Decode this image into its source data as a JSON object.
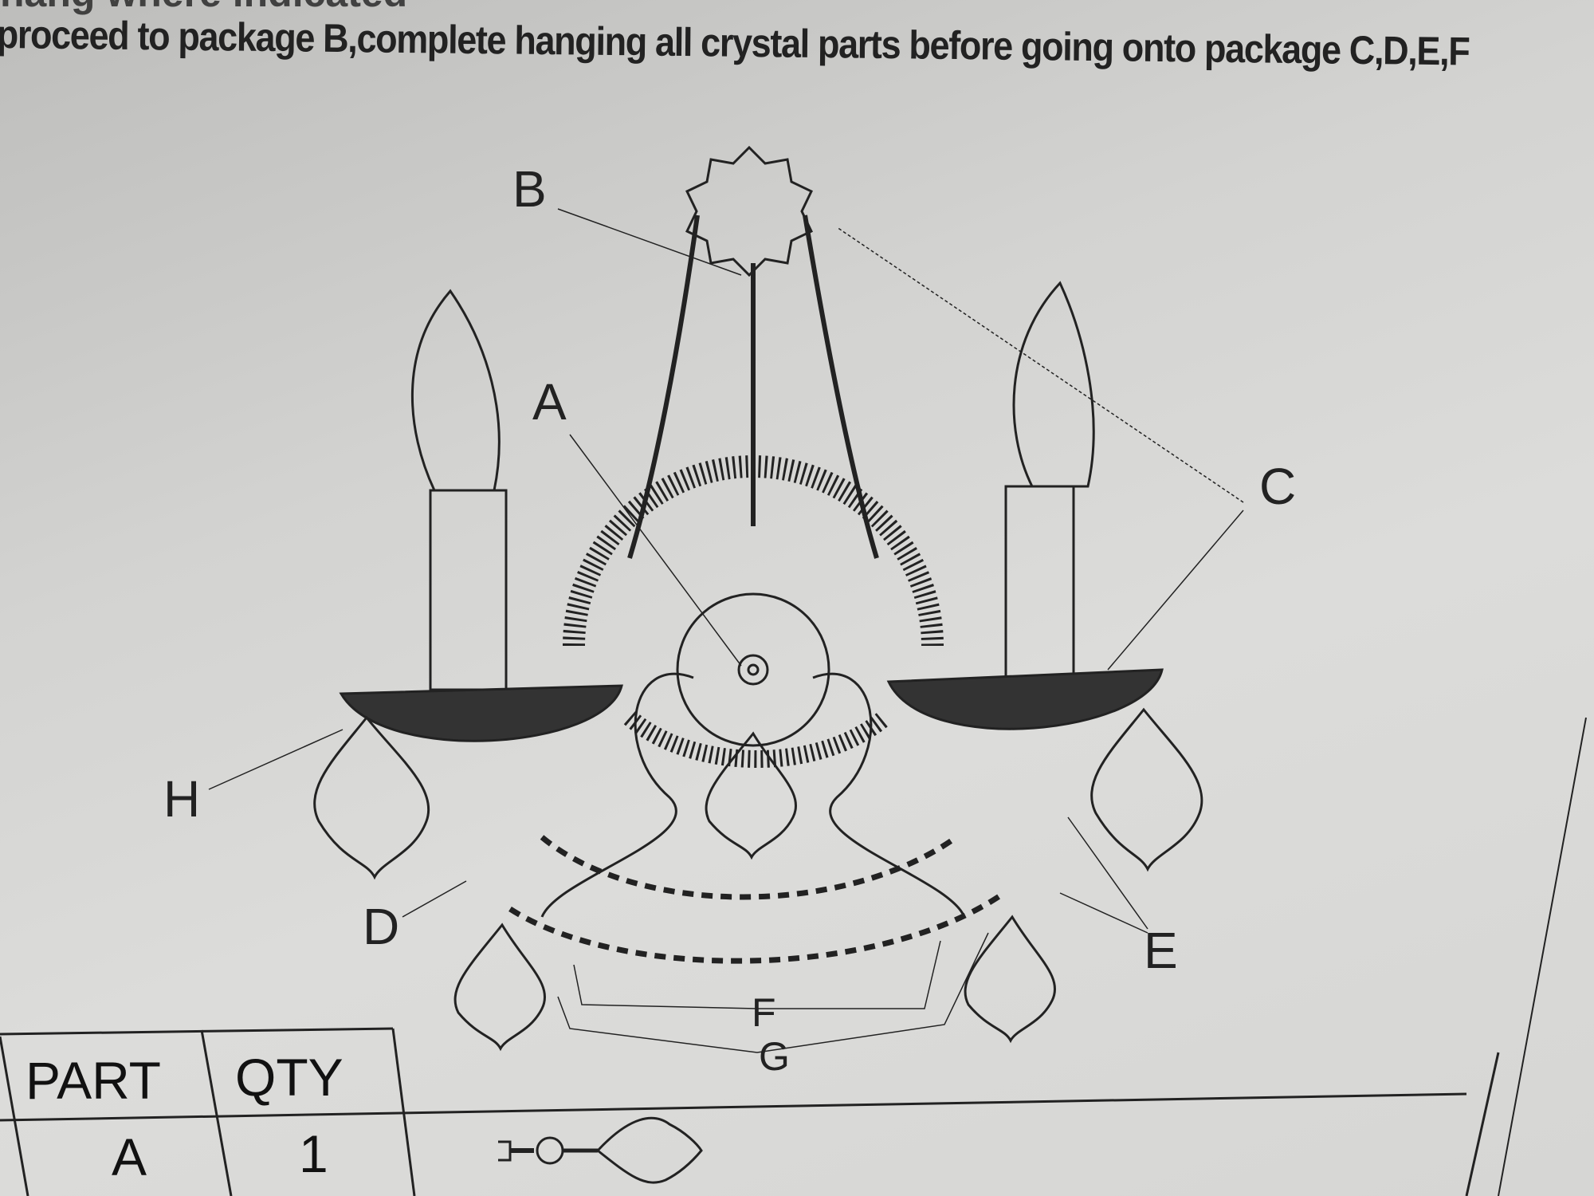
{
  "instructions": {
    "line_partial": "hang where indicated",
    "line": "proceed to package B,complete hanging all crystal parts before going onto package C,D,E,F"
  },
  "diagram": {
    "labels": [
      "A",
      "B",
      "C",
      "D",
      "E",
      "F",
      "G",
      "H"
    ]
  },
  "parts_table": {
    "headers": {
      "part": "PART",
      "qty": "QTY"
    },
    "rows": [
      {
        "part": "A",
        "qty": "1",
        "icon": "crystal-pendant-icon"
      }
    ]
  }
}
